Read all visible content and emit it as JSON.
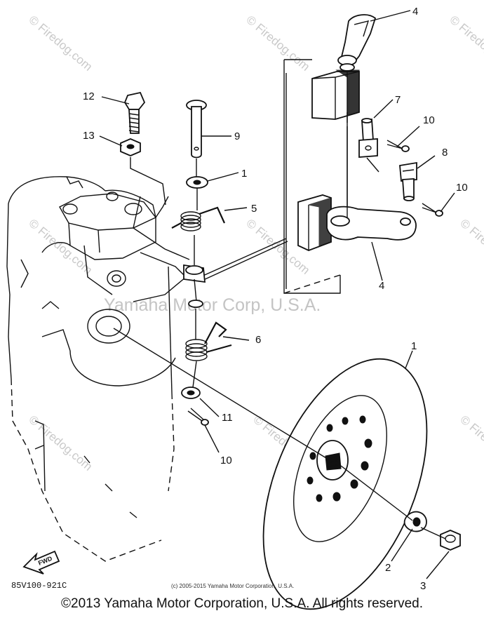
{
  "watermark": {
    "text": "© Firedog.com",
    "center_text": "Yamaha Motor Corp, U.S.A."
  },
  "diagram_code": "85V100-921C",
  "small_copyright": "(c) 2005-2015 Yamaha Motor Corporation, U.S.A.",
  "fwd_label": "FWD",
  "copyright": "©2013 Yamaha Motor Corporation, U.S.A. All rights reserved.",
  "callouts": {
    "c4_top": "4",
    "c7": "7",
    "c10_top": "10",
    "c8": "8",
    "c10_right": "10",
    "c12": "12",
    "c13": "13",
    "c9": "9",
    "c1_washer": "1",
    "c5": "5",
    "c4_bottom": "4",
    "c6": "6",
    "c1_disc": "1",
    "c11": "11",
    "c10_bottom": "10",
    "c2": "2",
    "c3": "3"
  }
}
